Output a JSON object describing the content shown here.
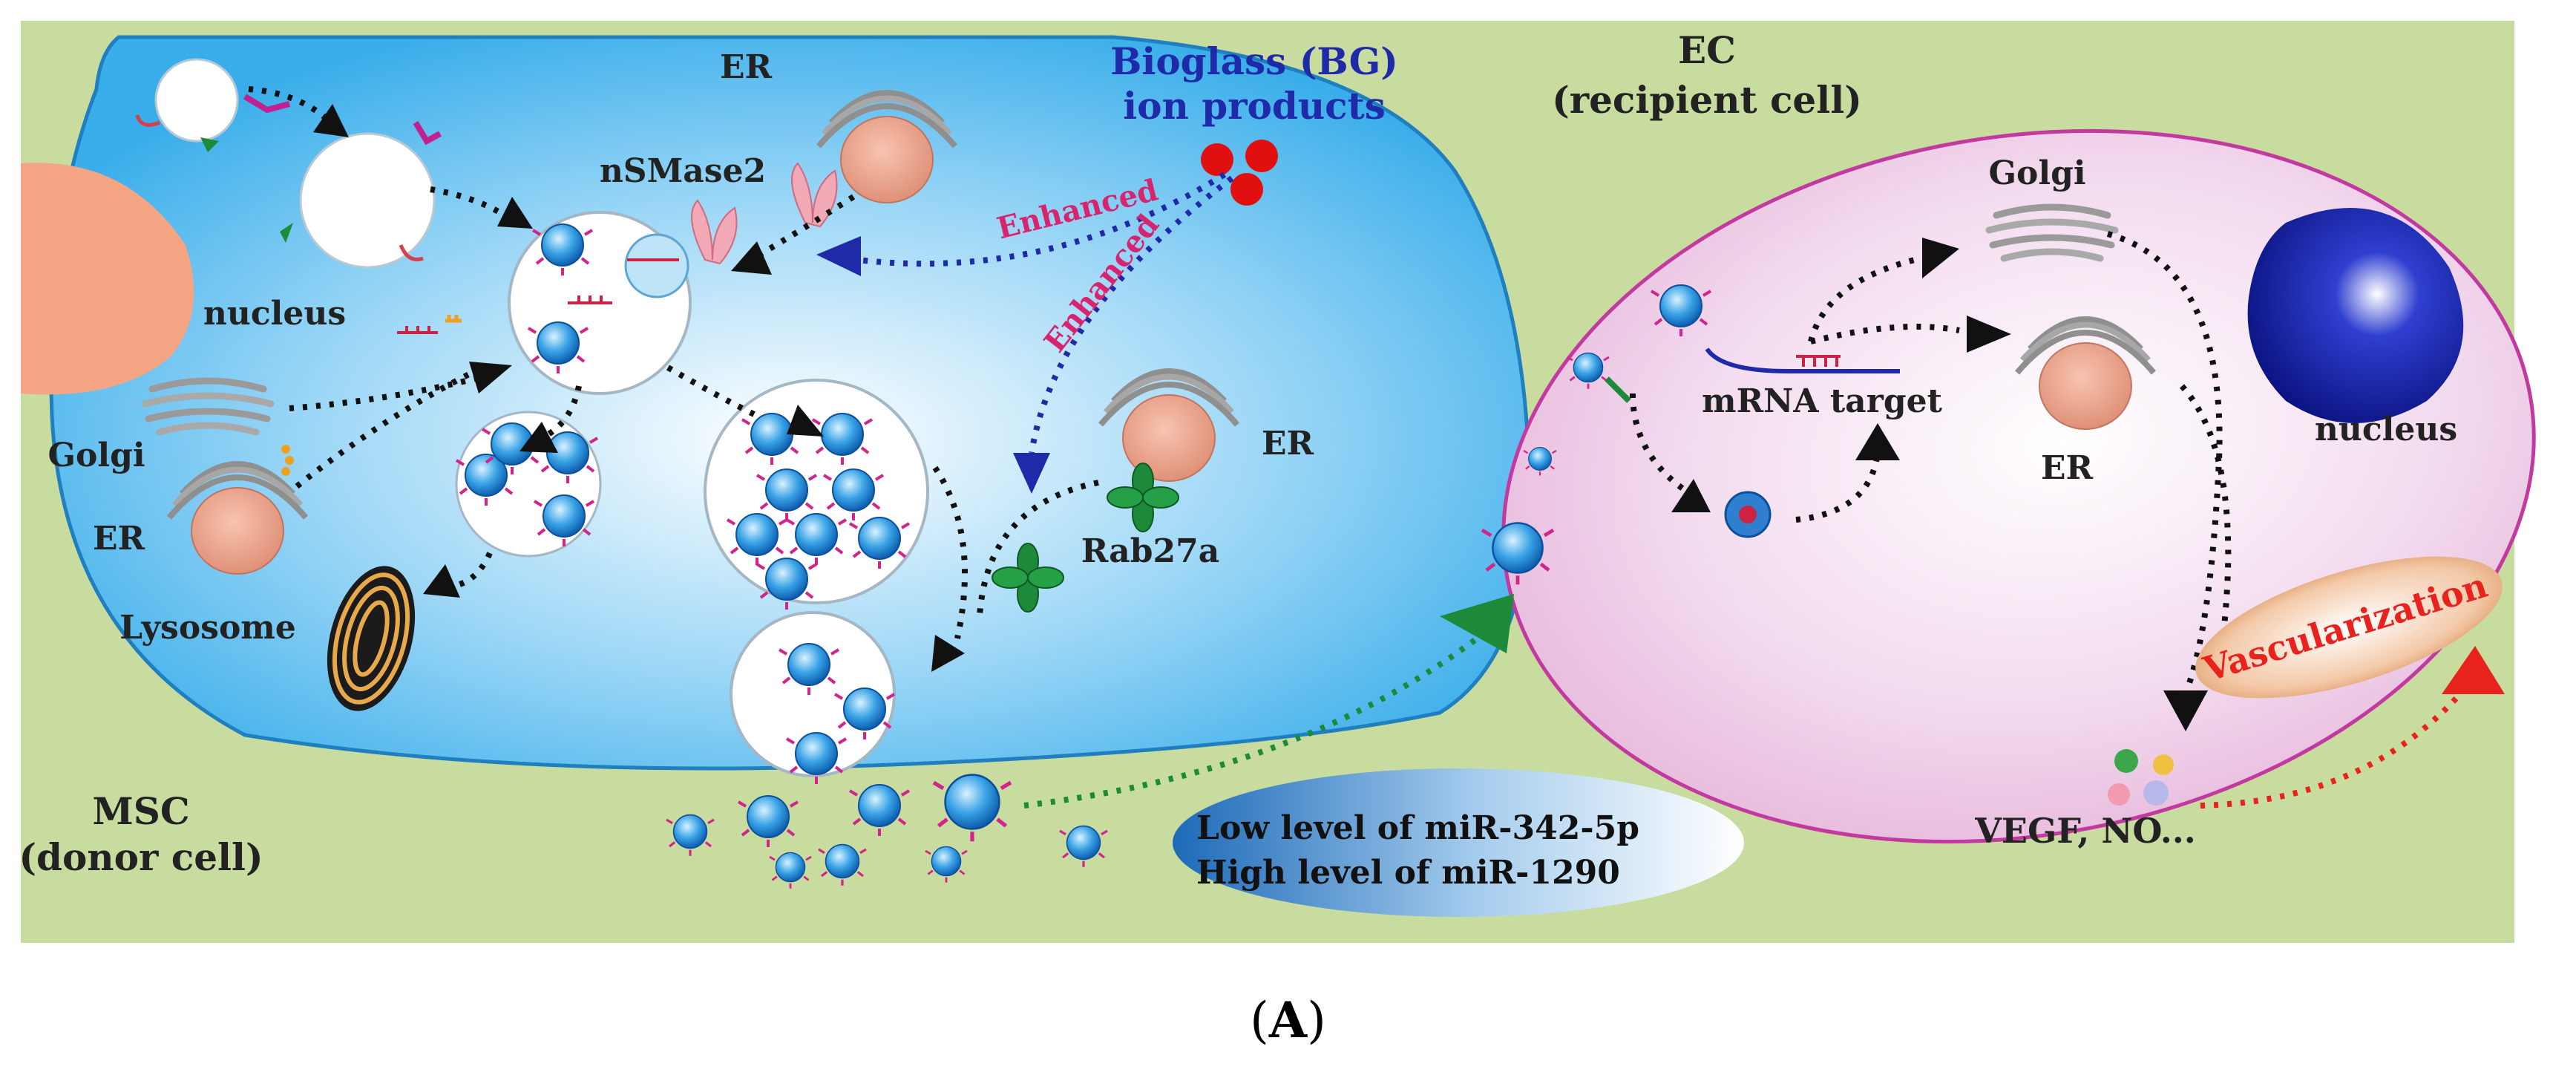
{
  "panel_label": "A",
  "colors": {
    "background": "#c9dc9f",
    "donor_cell": "#4fb7ee",
    "recipient_cell": "#f2d6ec",
    "recipient_outline": "#c23aa0",
    "enhanced": "#d6246e",
    "bioglass_text": "#1f2aa8",
    "vascularization": "#e8231e"
  },
  "labels": {
    "bioglass": "Bioglass (BG)",
    "ion_products": "ion products",
    "ec": "EC",
    "recipient_cell": "(recipient cell)",
    "msc": "MSC",
    "donor_cell": "(donor cell)",
    "er_top": "ER",
    "nsmase2": "nSMase2",
    "nucleus_left": "nucleus",
    "golgi_left": "Golgi",
    "er_left": "ER",
    "lysosome": "Lysosome",
    "er_right_msc": "ER",
    "rab27a": "Rab27a",
    "enhanced_1": "Enhanced",
    "enhanced_2": "Enhanced",
    "golgi_ec": "Golgi",
    "mrna_target": "mRNA target",
    "er_ec": "ER",
    "nucleus_ec": "nucleus",
    "vascularization": "Vascularization",
    "vegf": "VEGF, NO...",
    "mirna_low": "Low  level of miR-342-5p",
    "mirna_high": "High level of miR-1290"
  }
}
